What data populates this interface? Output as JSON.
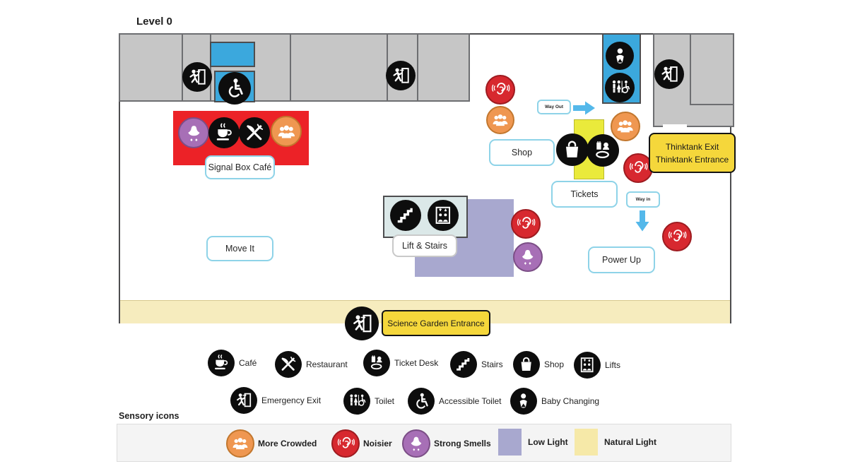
{
  "page": {
    "title": "Level 0"
  },
  "map": {
    "rooms": {
      "signal_box_cafe": "Signal Box Café",
      "move_it": "Move It",
      "shop": "Shop",
      "tickets": "Tickets",
      "lift_stairs": "Lift & Stairs",
      "power_up": "Power Up"
    },
    "wayfinding": {
      "way_out": "Way Out",
      "way_in": "Way in",
      "thinktank_exit": "Thinktank Exit",
      "thinktank_entrance": "Thinktank Entrance",
      "science_garden_entrance": "Science Garden Entrance"
    },
    "zone_colors": {
      "cafe_zone": "#ec2227",
      "tickets_zone": "#eaea3b",
      "toilets_zone": "#3ba8dd",
      "walls": "#c6c6c6",
      "lift_stairs_zone": "#dbe8e8",
      "low_light_zone": "#a8a8cf",
      "natural_light_zone": "#f6ecbe",
      "arrow_blue": "#54b8ea"
    }
  },
  "legend": {
    "row1": [
      {
        "icon": "cafe-icon",
        "label": "Café"
      },
      {
        "icon": "restaurant-icon",
        "label": "Restaurant"
      },
      {
        "icon": "ticket-desk-icon",
        "label": "Ticket Desk"
      },
      {
        "icon": "stairs-icon",
        "label": "Stairs"
      },
      {
        "icon": "shop-icon",
        "label": "Shop"
      },
      {
        "icon": "lifts-icon",
        "label": "Lifts"
      }
    ],
    "row2": [
      {
        "icon": "emergency-exit-icon",
        "label": "Emergency Exit"
      },
      {
        "icon": "toilet-icon",
        "label": "Toilet"
      },
      {
        "icon": "accessible-toilet-icon",
        "label": "Accessible Toilet"
      },
      {
        "icon": "baby-changing-icon",
        "label": "Baby Changing"
      }
    ]
  },
  "sensory": {
    "title": "Sensory icons",
    "items": [
      {
        "icon": "more-crowded-icon",
        "label": "More Crowded",
        "color": "#ef9751"
      },
      {
        "icon": "noisier-icon",
        "label": "Noisier",
        "color": "#d7282f"
      },
      {
        "icon": "strong-smells-icon",
        "label": "Strong Smells",
        "color": "#a76fb6"
      },
      {
        "icon": "low-light-swatch",
        "label": "Low Light",
        "color": "#a8a8cf"
      },
      {
        "icon": "natural-light-swatch",
        "label": "Natural Light",
        "color": "#f6ecbe"
      }
    ]
  }
}
